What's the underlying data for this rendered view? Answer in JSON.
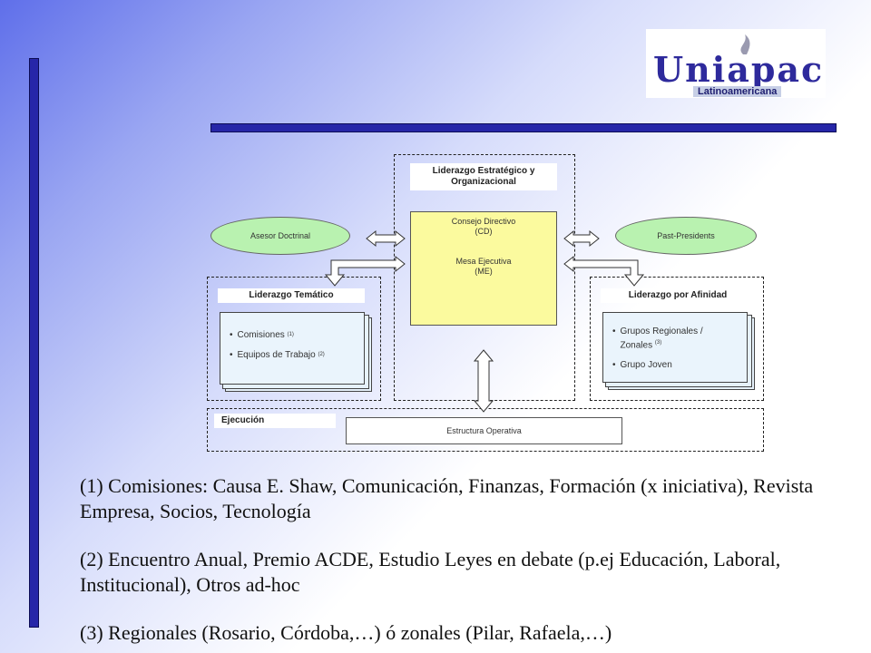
{
  "logo": {
    "name": "Uniapac",
    "subtitle": "Latinoamericana"
  },
  "diagram": {
    "strategic_header": "Liderazgo Estratégico y Organizacional",
    "council": {
      "cd_label": "Consejo Directivo",
      "cd_abbr": "(CD)",
      "me_label": "Mesa Ejecutiva",
      "me_abbr": "(ME)"
    },
    "asesor": "Asesor Doctrinal",
    "past_presidents": "Past-Presidents",
    "tematico": {
      "header": "Liderazgo Temático",
      "items": [
        {
          "text": "Comisiones",
          "note": "(1)"
        },
        {
          "text": "Equipos de Trabajo",
          "note": "(2)"
        }
      ]
    },
    "afinidad": {
      "header": "Liderazgo por Afinidad",
      "items": [
        {
          "text": "Grupos Regionales / Zonales",
          "note": "(3)"
        },
        {
          "text": "Grupo Joven",
          "note": ""
        }
      ]
    },
    "ejecucion": {
      "header": "Ejecución",
      "box": "Estructura Operativa"
    }
  },
  "notes": [
    "(1) Comisiones: Causa E. Shaw, Comunicación, Finanzas, Formación (x iniciativa), Revista Empresa, Socios, Tecnología",
    "(2) Encuentro Anual, Premio ACDE, Estudio Leyes en debate (p.ej Educación, Laboral, Institucional), Otros ad-hoc",
    "(3) Regionales (Rosario, Córdoba,…) ó zonales (Pilar, Rafaela,…)"
  ]
}
